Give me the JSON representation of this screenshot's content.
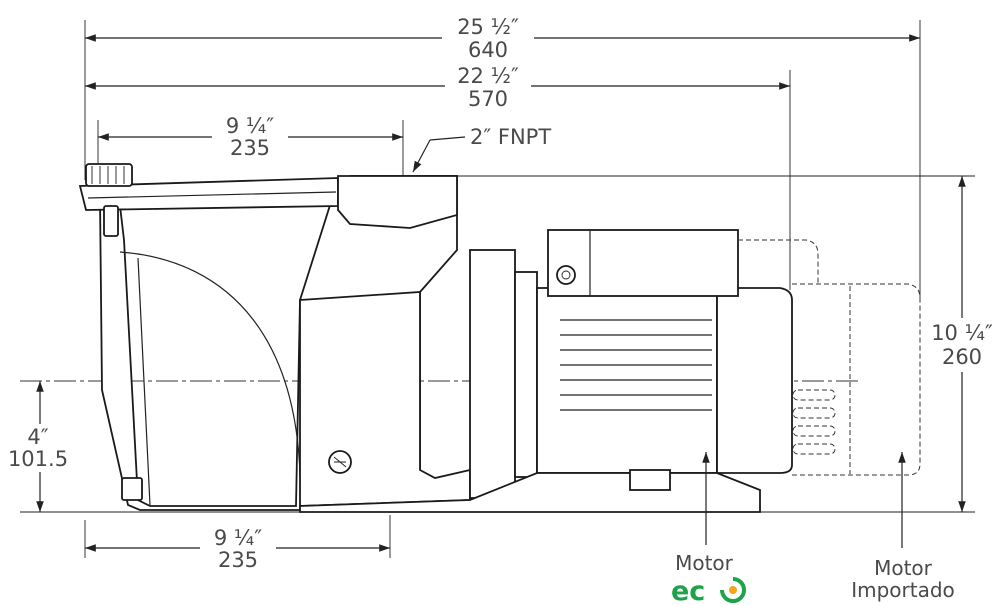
{
  "dimensions": {
    "overall_length": {
      "inches": "25 ½″",
      "mm": "640"
    },
    "to_motor_end": {
      "inches": "22 ½″",
      "mm": "570"
    },
    "top_port": {
      "inches": "9 ¼″",
      "mm": "235"
    },
    "bottom_port": {
      "inches": "9 ¼″",
      "mm": "235"
    },
    "height": {
      "inches": "10 ¼″",
      "mm": "260"
    },
    "axis_height": {
      "inches": "4″",
      "mm": "101.5"
    }
  },
  "labels": {
    "port": "2″ FNPT",
    "motor_eco": "Motor",
    "eco_logo": "ec",
    "motor_imported_line1": "Motor",
    "motor_imported_line2": "Importado"
  },
  "colors": {
    "eco_green": "#1fa34a",
    "eco_orange": "#f4a51c",
    "dimension_text": "#4a4a4a",
    "line": "#222222"
  }
}
